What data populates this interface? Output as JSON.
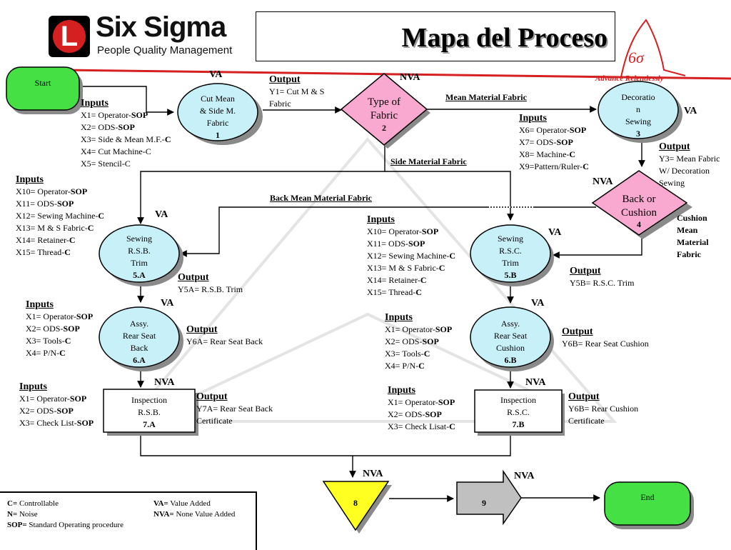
{
  "header": {
    "logo_letter": "L",
    "logo_name": "Six Sigma",
    "logo_tagline": "People Quality Management",
    "title": "Mapa del Proceso",
    "emblem_text": "6σ",
    "emblem_caption": "Advance Relentlessly"
  },
  "nodes": {
    "start": "Start",
    "end": "End",
    "n1": {
      "label": "Cut Mean\n& Side M.\nFabric",
      "num": "1"
    },
    "n2": {
      "label": "Type of\nFabric",
      "num": "2"
    },
    "n3": {
      "label": "Decoratio\nn\nSewing",
      "num": "3"
    },
    "n4": {
      "label": "Back or\nCushion",
      "num": "4"
    },
    "n5a": {
      "label": "Sewing\nR.S.B.\nTrim",
      "num": "5.A"
    },
    "n5b": {
      "label": "Sewing\nR.S.C.\nTrim",
      "num": "5.B"
    },
    "n6a": {
      "label": "Assy.\nRear Seat\nBack",
      "num": "6.A"
    },
    "n6b": {
      "label": "Assy.\nRear Seat\nCushion",
      "num": "6.B"
    },
    "n7a": {
      "label": "Inspection\nR.S.B.",
      "num": "7.A"
    },
    "n7b": {
      "label": "Inspection\nR.S.C.",
      "num": "7.B"
    },
    "n8": {
      "num": "8"
    },
    "n9": {
      "num": "9"
    }
  },
  "tags": {
    "va1": "VA",
    "nva2": "NVA",
    "va3": "VA",
    "nva4": "NVA",
    "va5a": "VA",
    "va5b": "VA",
    "va6a": "VA",
    "va6b": "VA",
    "nva7a": "NVA",
    "nva7b": "NVA",
    "nva8": "NVA",
    "nva9": "NVA"
  },
  "edges": {
    "mean": "Mean Material Fabric",
    "side": "Side Material Fabric",
    "back_mean": "Back Mean Material Fabric",
    "cushion": "Cushion\nMean\nMaterial\nFabric"
  },
  "inputs_heading": "Inputs",
  "output_heading": "Output",
  "inputs": {
    "i1": [
      [
        "X1= Operator-",
        "SOP"
      ],
      [
        "X2= ODS-",
        "SOP"
      ],
      [
        "X3= Side & Mean M.F.-",
        "C"
      ],
      [
        "X4= Cut Machine-C",
        ""
      ],
      [
        "X5= Stencil-C",
        ""
      ]
    ],
    "i3": [
      [
        "X6= Operator-",
        "SOP"
      ],
      [
        "X7= ODS-",
        "SOP"
      ],
      [
        "X8= Machine-",
        "C"
      ],
      [
        "X9=Pattern/Ruler-",
        "C"
      ]
    ],
    "i5a": [
      [
        "X10= Operator-",
        "SOP"
      ],
      [
        "X11= ODS-",
        "SOP"
      ],
      [
        "X12= Sewing Machine-",
        "C"
      ],
      [
        "X13= M & S Fabric-",
        "C"
      ],
      [
        "X14= Retainer-",
        "C"
      ],
      [
        "X15= Thread-",
        "C"
      ]
    ],
    "i5b": [
      [
        "X10= Operator-",
        "SOP"
      ],
      [
        "X11= ODS-",
        "SOP"
      ],
      [
        "X12= Sewing Machine-",
        "C"
      ],
      [
        "X13= M & S Fabric-",
        "C"
      ],
      [
        "X14= Retainer-",
        "C"
      ],
      [
        "X15= Thread-",
        "C"
      ]
    ],
    "i6a": [
      [
        "X1= Operator-",
        "SOP"
      ],
      [
        "X2= ODS-",
        "SOP"
      ],
      [
        "X3= Tools-",
        "C"
      ],
      [
        "X4= P/N-",
        "C"
      ]
    ],
    "i6b": [
      [
        "X1= Operator-",
        "SOP"
      ],
      [
        "X2= ODS-",
        "SOP"
      ],
      [
        "X3= Tools-",
        "C"
      ],
      [
        "X4= P/N-",
        "C"
      ]
    ],
    "i7a": [
      [
        "X1= Operator-",
        "SOP"
      ],
      [
        "X2= ODS-",
        "SOP"
      ],
      [
        "X3= Check List-",
        "SOP"
      ]
    ],
    "i7b": [
      [
        "X1= Operator-",
        "SOP"
      ],
      [
        "X2= ODS-",
        "SOP"
      ],
      [
        "X3= Check Lisat-",
        "C"
      ]
    ]
  },
  "outputs": {
    "o2": "Y1= Cut M & S\nFabric",
    "o3": "Y3= Mean Fabric\nW/ Decoration\nSewing",
    "o5a": "Y5A= R.S.B. Trim",
    "o5b": "Y5B= R.S.C. Trim",
    "o6a": "Y6A= Rear Seat Back",
    "o6b": "Y6B= Rear Seat Cushion",
    "o7a": "Y7A= Rear Seat Back\nCertificate",
    "o7b": "Y6B= Rear Cushion\nCertificate"
  },
  "legend": [
    {
      "k": "C=",
      "v": " Controllable"
    },
    {
      "k": "N=",
      "v": " Noise"
    },
    {
      "k": "SOP=",
      "v": " Standard Operating  procedure"
    },
    {
      "k": "VA=",
      "v": " Value Added"
    },
    {
      "k": "NVA=",
      "v": " None Value Added"
    }
  ],
  "colors": {
    "circle": "#c8f0f8",
    "diamond": "#f9a8cf",
    "terminal": "#44e044",
    "triangle": "#ffff22",
    "arrow9": "#c0c0c0",
    "logo_red": "#d42020"
  }
}
